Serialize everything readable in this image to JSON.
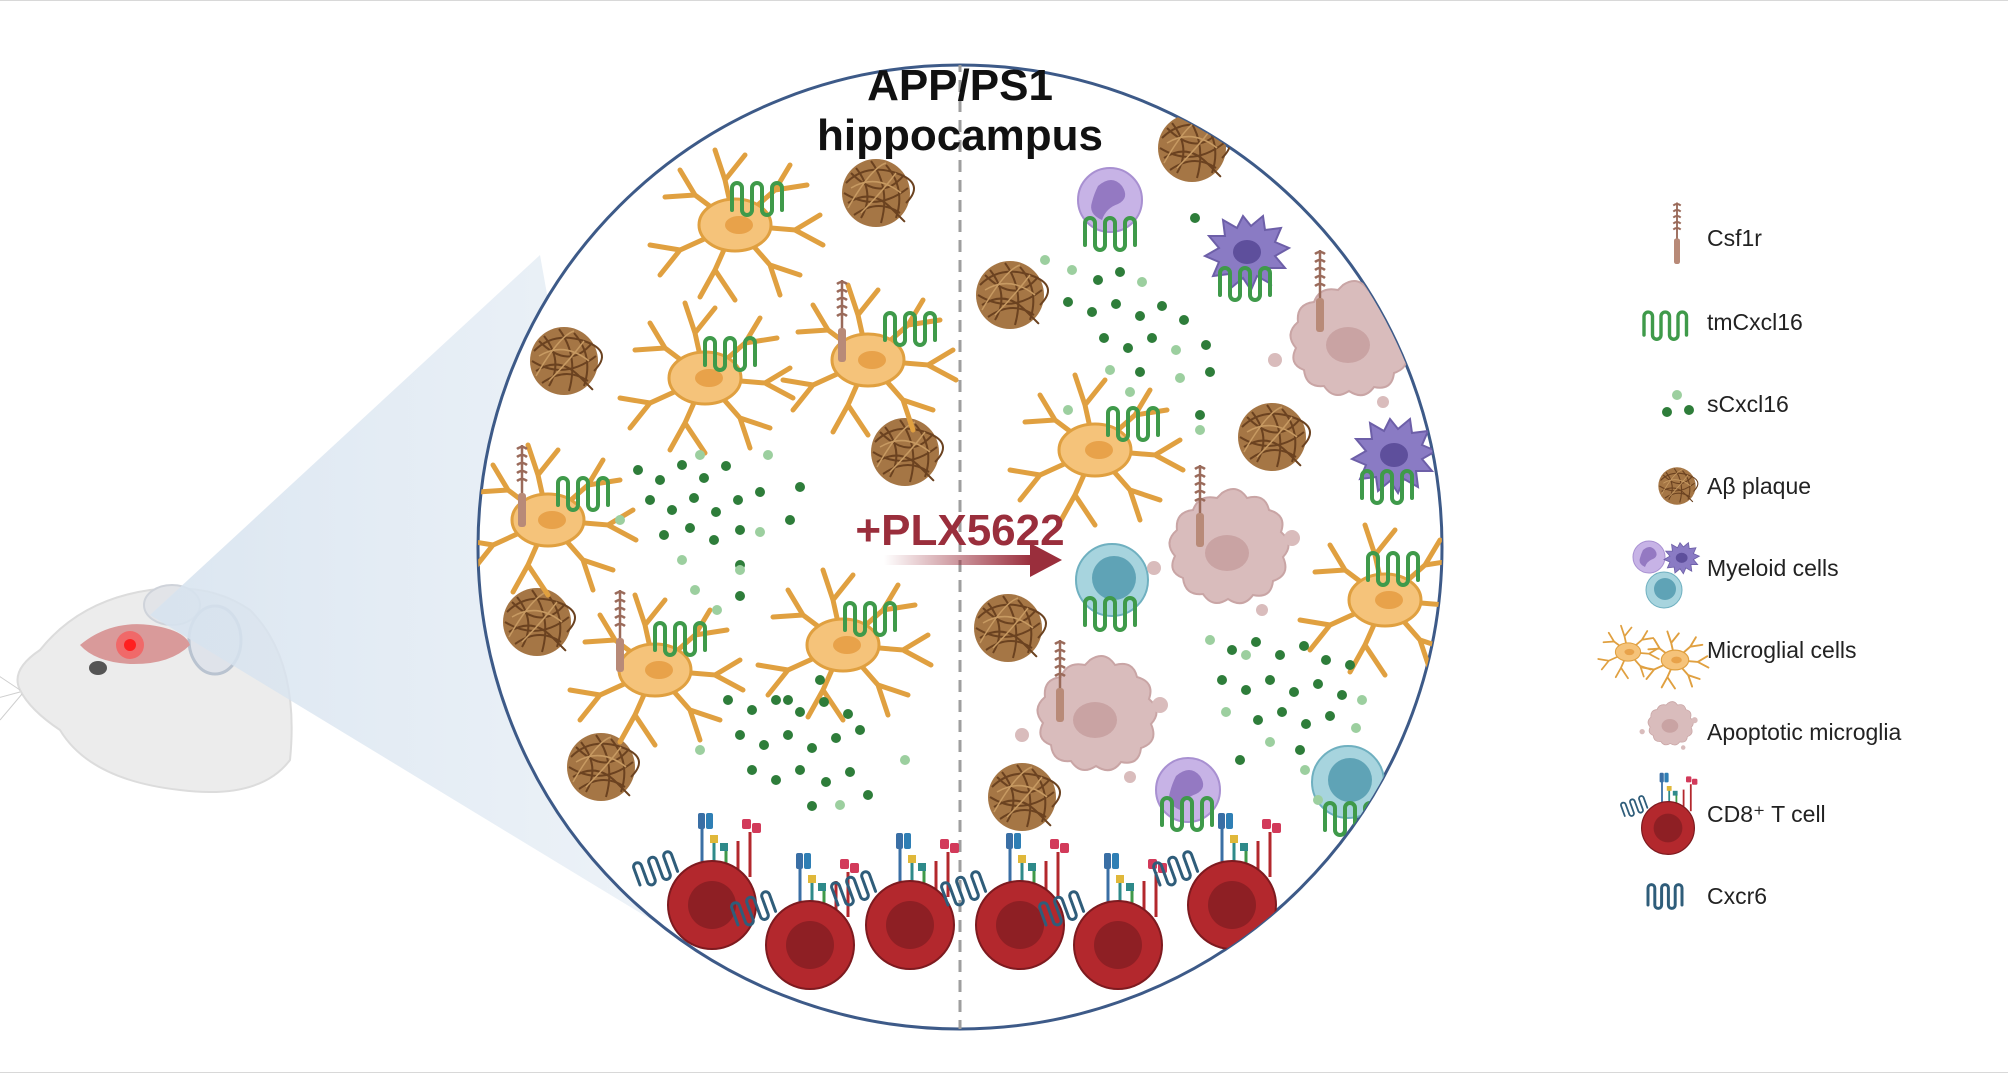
{
  "title": {
    "line1": "APP/PS1",
    "line2": "hippocampus"
  },
  "treatment": "+PLX5622",
  "legend": [
    {
      "icon": "csf1r-icon",
      "label": "Csf1r"
    },
    {
      "icon": "tmcxcl16-icon",
      "label": "tmCxcl16"
    },
    {
      "icon": "scxcl16-icon",
      "label": "sCxcl16"
    },
    {
      "icon": "abeta-plaque-icon",
      "label": "Aβ plaque"
    },
    {
      "icon": "myeloid-cells-icon",
      "label": "Myeloid cells"
    },
    {
      "icon": "microglial-cells-icon",
      "label": "Microglial cells"
    },
    {
      "icon": "apoptotic-microglia-icon",
      "label": "Apoptotic microglia"
    },
    {
      "icon": "cd8-t-cell-icon",
      "label": "CD8⁺ T cell"
    },
    {
      "icon": "cxcr6-icon",
      "label": "Cxcr6"
    }
  ],
  "colors": {
    "circle_border": "#3d5a88",
    "microglia": "#f5c37a",
    "microglia_stroke": "#d9973a",
    "plaque": "#8a5a2b",
    "scxcl16_dark": "#2e7d3a",
    "scxcl16_light": "#9ccf9f",
    "tmcxcl16": "#3f9a4a",
    "csf1r": "#9a6a5a",
    "tcell": "#b3282d",
    "cxcr6": "#2f5d7a",
    "myeloid_purple": "#b9a3db",
    "myeloid_blue": "#8fc6d3",
    "apoptotic": "#d9bcbc",
    "treatment_arrow": "#9a2e3c"
  }
}
